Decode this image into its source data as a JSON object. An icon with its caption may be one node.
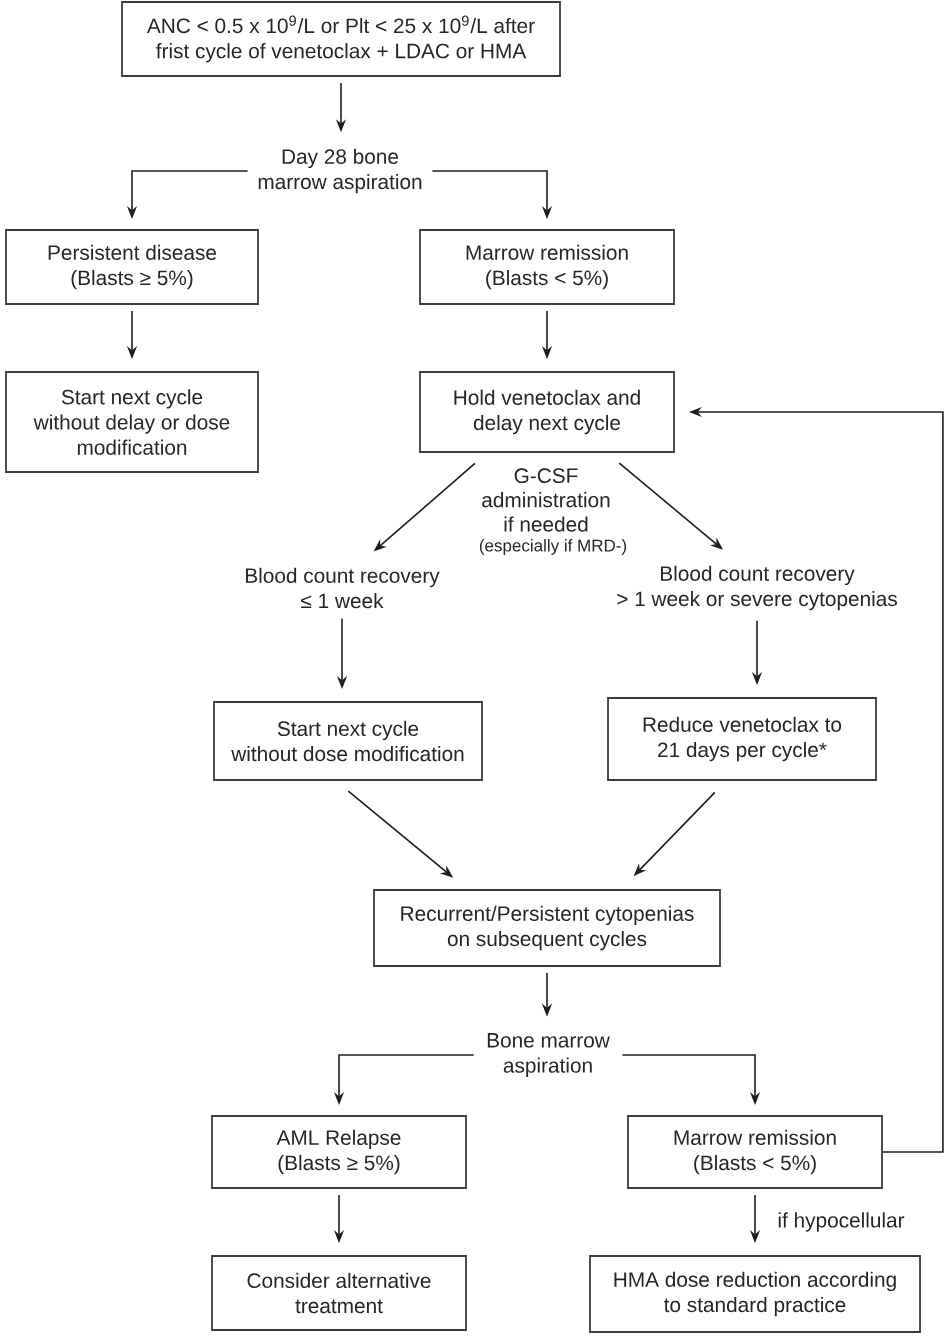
{
  "diagram": {
    "nodes": [
      {
        "text": [
          "ANC < 0.5 x 10$^{9}$/L or Plt < 25 x 10$^{9}$/L after frist cycle of venetoclax + LDAC or HMA"
        ]
      },
      {
        "text": [
          "Day 28 bone marrow aspiration"
        ]
      },
      {
        "text": [
          "Persistent disease (Blasts ≥ 5%)"
        ]
      },
      {
        "text": [
          "Marrow remission (Blasts < 5%)"
        ]
      },
      {
        "text": [
          "Start next cycle without delay or dose modification"
        ]
      },
      {
        "text": [
          "Hold venetoclax and delay next cycle"
        ]
      },
      {
        "text": [
          "Blood count recovery ≤ 1 week"
        ]
      },
      {
        "text": [
          "Blood count recovery > 1 week or severe cytopenias"
        ]
      },
      {
        "text": [
          "Start next cycle without dose modification"
        ]
      },
      {
        "text": [
          "Reduce venetoclax to 21 days per cycle*"
        ]
      },
      {
        "text": [
          "Recurrent/Persistent cytopenias on subsequent cycles"
        ]
      },
      {
        "text": [
          "Bone marrow aspiration"
        ]
      },
      {
        "text": [
          "AML Relapse (Blasts ≥ 5%)"
        ]
      },
      {
        "text": [
          "Marrow remission (Blasts < 5%)"
        ]
      },
      {
        "text": [
          "Consider alternative treatment"
        ]
      },
      {
        "text": [
          "HMA dose reduction according to standard practice"
        ]
      }
    ],
    "edges": [
      {
        "from": 0,
        "to": 1,
        "arrow": "to"
      },
      {
        "from": 1,
        "to": 2,
        "arrow": "to"
      },
      {
        "from": 1,
        "to": 3,
        "arrow": "to"
      },
      {
        "from": 2,
        "to": 4,
        "arrow": "to"
      },
      {
        "from": 3,
        "to": 5,
        "arrow": "to"
      },
      {
        "from": 5,
        "to": 6,
        "arrow": "to"
      },
      {
        "from": 5,
        "to": 7,
        "arrow": "to"
      },
      {
        "from": 6,
        "to": 8,
        "arrow": "to"
      },
      {
        "from": 7,
        "to": 9,
        "arrow": "to"
      },
      {
        "from": 8,
        "to": 10,
        "arrow": "to"
      },
      {
        "from": 9,
        "to": 10,
        "arrow": "to"
      },
      {
        "from": 10,
        "to": 11,
        "arrow": "to"
      },
      {
        "from": 11,
        "to": 12,
        "arrow": "to"
      },
      {
        "from": 11,
        "to": 13,
        "arrow": "to"
      },
      {
        "from": 13,
        "to": 5,
        "arrow": "to"
      },
      {
        "from": 12,
        "to": 14,
        "arrow": "to"
      },
      {
        "from": 13,
        "to": 15,
        "arrow": "to",
        "label": "if hypocellular"
      }
    ],
    "labels": [
      "G-CSF administration if needed",
      "(especially if MRD-)"
    ]
  }
}
